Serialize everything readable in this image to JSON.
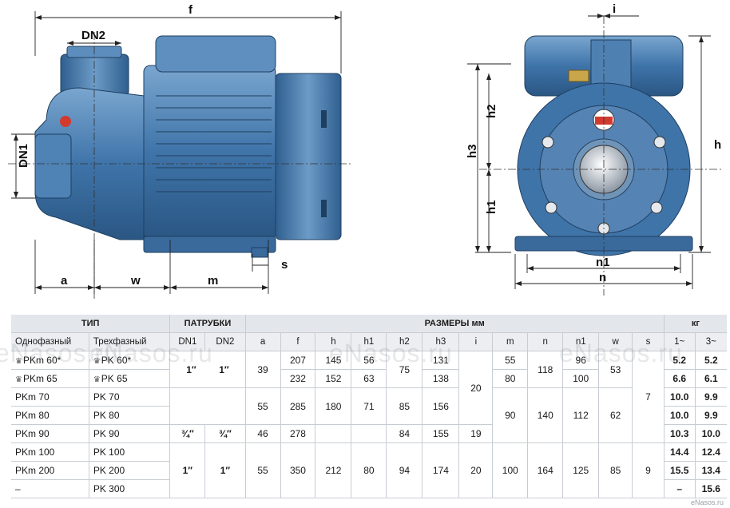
{
  "dimensions_labels": {
    "f": "f",
    "dn2": "DN2",
    "dn1": "DN1",
    "a": "a",
    "w": "w",
    "m": "m",
    "s": "s",
    "i": "i",
    "h": "h",
    "h2": "h2",
    "h3": "h3",
    "h1": "h1",
    "n1": "n1",
    "n": "n"
  },
  "table": {
    "group_type": "ТИП",
    "group_ports": "ПАТРУБКИ",
    "group_dims": "РАЗМЕРЫ мм",
    "group_weight": "кг",
    "col_single": "Однофазный",
    "col_three": "Трехфазный",
    "col_dn1": "DN1",
    "col_dn2": "DN2",
    "dim_cols": [
      "a",
      "f",
      "h",
      "h1",
      "h2",
      "h3",
      "i",
      "m",
      "n",
      "n1",
      "w",
      "s"
    ],
    "w1": "1~",
    "w3": "3~",
    "models": [
      {
        "single": "PKm 60*",
        "three": "PK 60*",
        "crown": true,
        "w1": "5.2",
        "w3": "5.2"
      },
      {
        "single": "PKm 65",
        "three": "PK 65",
        "crown": true,
        "w1": "6.6",
        "w3": "6.1"
      },
      {
        "single": "PKm 70",
        "three": "PK 70",
        "crown": false,
        "w1": "10.0",
        "w3": "9.9"
      },
      {
        "single": "PKm 80",
        "three": "PK 80",
        "crown": false,
        "w1": "10.0",
        "w3": "9.9"
      },
      {
        "single": "PKm 90",
        "three": "PK 90",
        "crown": false,
        "w1": "10.3",
        "w3": "10.0"
      },
      {
        "single": "PKm 100",
        "three": "PK 100",
        "crown": false,
        "w1": "14.4",
        "w3": "12.4"
      },
      {
        "single": "PKm 200",
        "three": "PK 200",
        "crown": false,
        "w1": "15.5",
        "w3": "13.4"
      },
      {
        "single": "–",
        "three": "PK 300",
        "crown": false,
        "w1": "–",
        "w3": "15.6"
      }
    ],
    "cells": {
      "dn_a": "1″",
      "dn_b": "1″",
      "dn_c": "¾″",
      "dn_d": "¾″",
      "dn_e": "1″",
      "dn_f": "1″",
      "a1": "39",
      "a2": "55",
      "a3": "46",
      "a4": "55",
      "f1": "207",
      "f2": "232",
      "f3": "285",
      "f4": "278",
      "f5": "350",
      "h1": "145",
      "h2": "152",
      "h3": "180",
      "h4": "212",
      "hh1": "56",
      "hh2": "63",
      "hh3": "71",
      "hh4": "80",
      "h2_1": "75",
      "h2_2": "85",
      "h2_3": "84",
      "h2_4": "94",
      "h3_1": "131",
      "h3_2": "138",
      "h3_3": "156",
      "h3_4": "155",
      "h3_5": "174",
      "i1": "20",
      "i2": "19",
      "i3": "20",
      "m1": "55",
      "m2": "80",
      "m3": "90",
      "m4": "100",
      "n1v": "118",
      "n2v": "140",
      "n3v": "164",
      "nn1": "96",
      "nn2": "100",
      "nn3": "112",
      "nn4": "125",
      "w1v": "53",
      "w2v": "62",
      "w3v": "85",
      "s1": "7",
      "s2": "9"
    }
  },
  "watermark": "eNasos.ru",
  "watermark_small": "eNasos.ru"
}
